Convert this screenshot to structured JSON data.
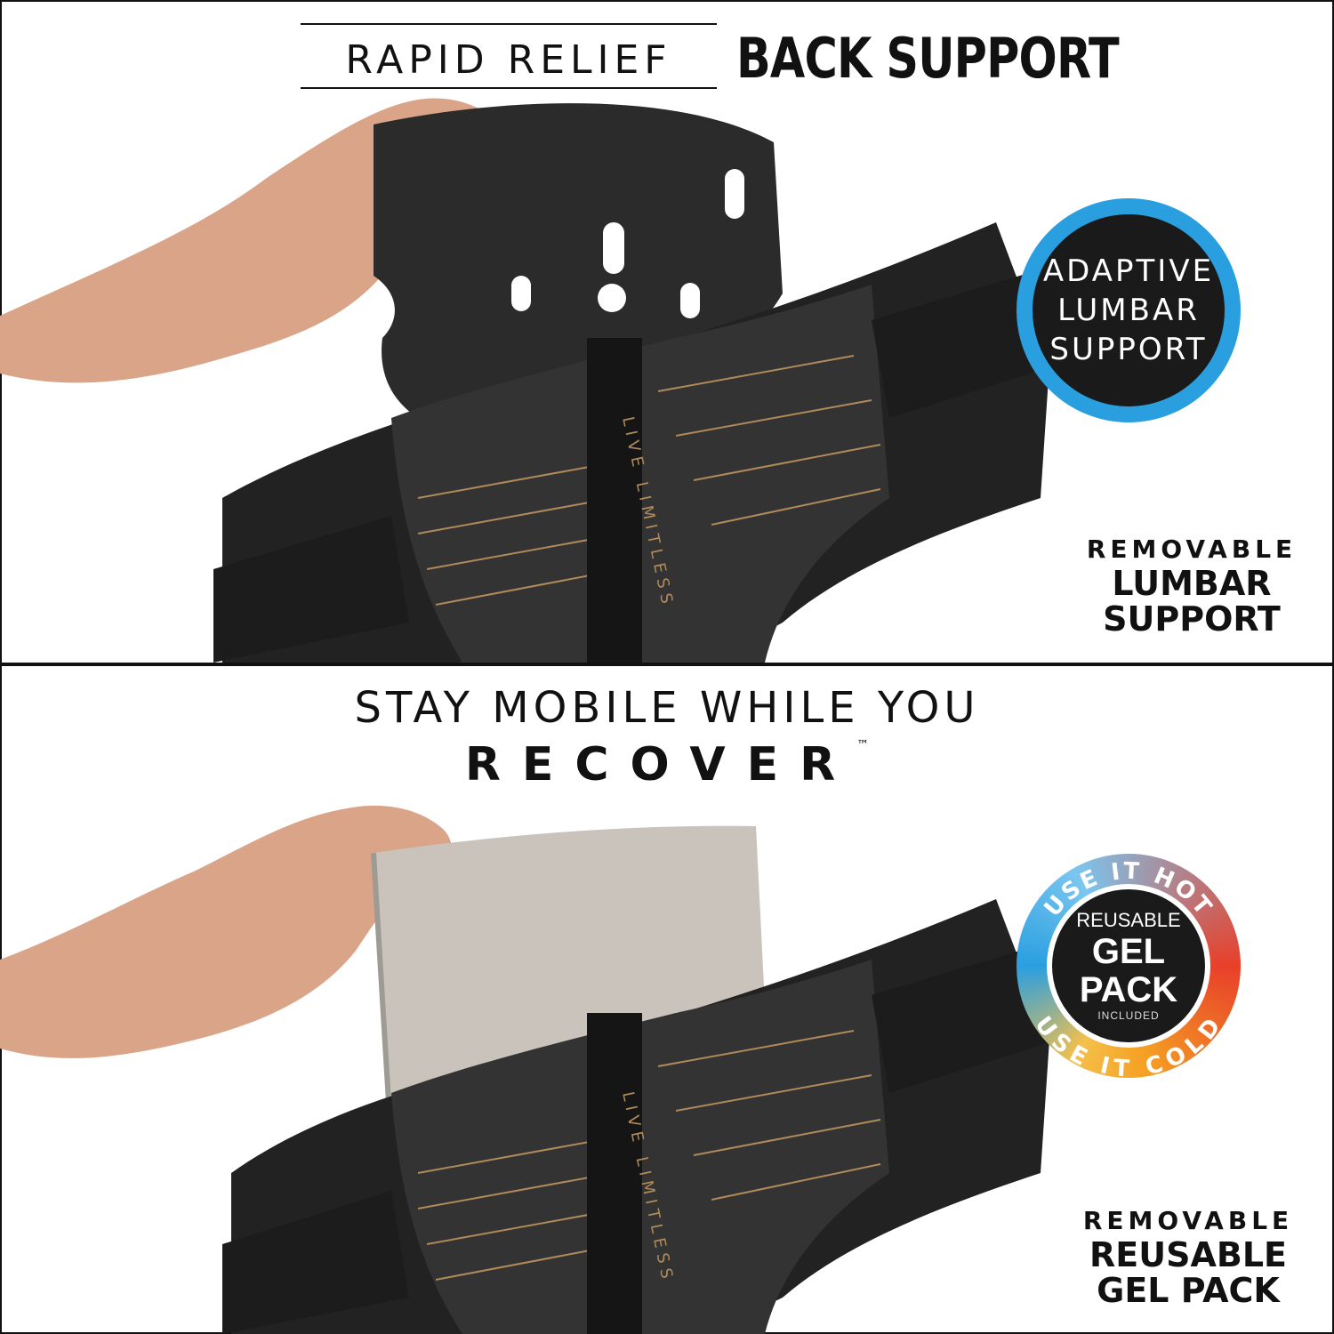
{
  "top": {
    "title_light": "RAPID RELIEF",
    "title_bold": "BACK SUPPORT",
    "badge": [
      "ADAPTIVE",
      "LUMBAR",
      "SUPPORT"
    ],
    "caption": [
      "REMOVABLE",
      "LUMBAR",
      "SUPPORT"
    ],
    "brace_text": "LIVE LIMITLESS"
  },
  "bottom": {
    "headline_line1": "STAY MOBILE WHILE YOU",
    "headline_line2": "RECOVER",
    "trademark": "™",
    "badge": {
      "arc_top": "USE IT HOT",
      "arc_bottom": "USE IT COLD",
      "line1": "REUSABLE",
      "line2": "GEL",
      "line3": "PACK",
      "line4": "INCLUDED"
    },
    "caption": [
      "REMOVABLE",
      "REUSABLE",
      "GEL PACK"
    ],
    "brace_text": "LIVE LIMITLESS"
  },
  "colors": {
    "badge_blue": "#2a9fe0",
    "badge_dark": "#1a1a1a",
    "hot": "#e8402a",
    "brace": "#222222",
    "stripe": "#b08a5a"
  }
}
